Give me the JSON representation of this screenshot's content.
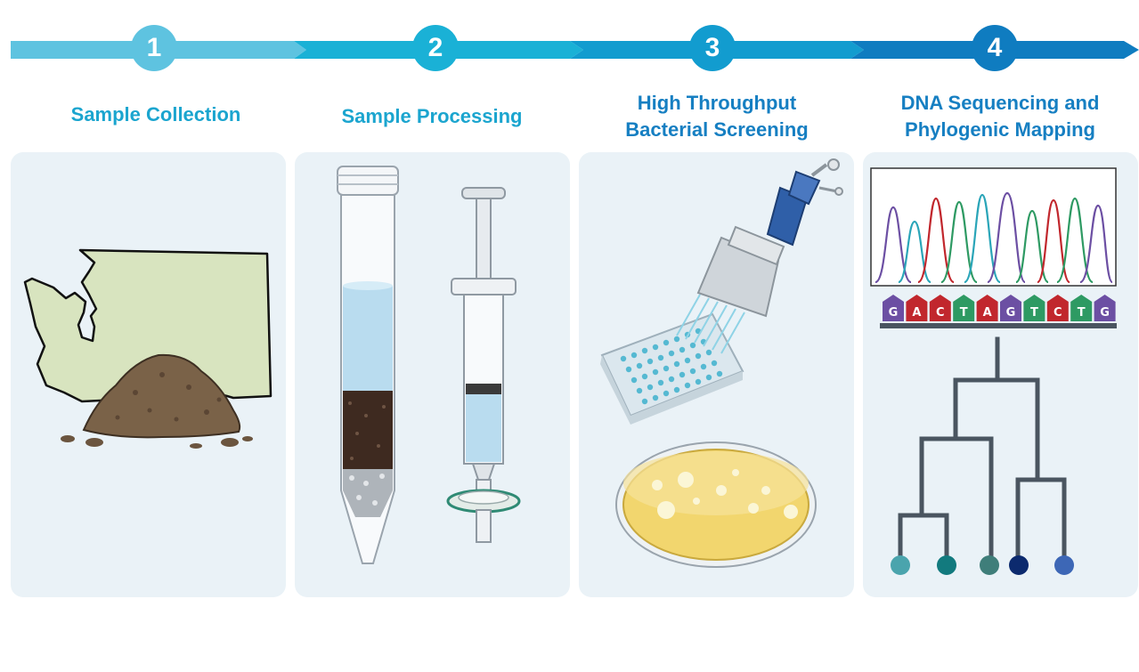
{
  "steps": [
    {
      "number": "1",
      "title_line1": "Sample Collection",
      "title_line2": ""
    },
    {
      "number": "2",
      "title_line1": "Sample Processing",
      "title_line2": ""
    },
    {
      "number": "3",
      "title_line1": "High Throughput",
      "title_line2": "Bacterial Screening"
    },
    {
      "number": "4",
      "title_line1": "DNA Sequencing and",
      "title_line2": "Phylogenic Mapping"
    }
  ],
  "sequence": {
    "bases": [
      "G",
      "A",
      "C",
      "T",
      "A",
      "G",
      "T",
      "C",
      "T",
      "G"
    ],
    "base_colors": {
      "G": "#6c4fa3",
      "A": "#c1272d",
      "C": "#c1272d",
      "T": "#2e9a63"
    }
  },
  "colors": {
    "step1": "#5ec3e0",
    "step2": "#1ab1d6",
    "step3": "#129ccf",
    "step4": "#0f7cc0",
    "panel_bg": "#eaf2f7"
  },
  "tree_leaf_colors": [
    "#4aa4ad",
    "#127a7e",
    "#3f7e7a",
    "#0c2a6e",
    "#3d67b6"
  ]
}
